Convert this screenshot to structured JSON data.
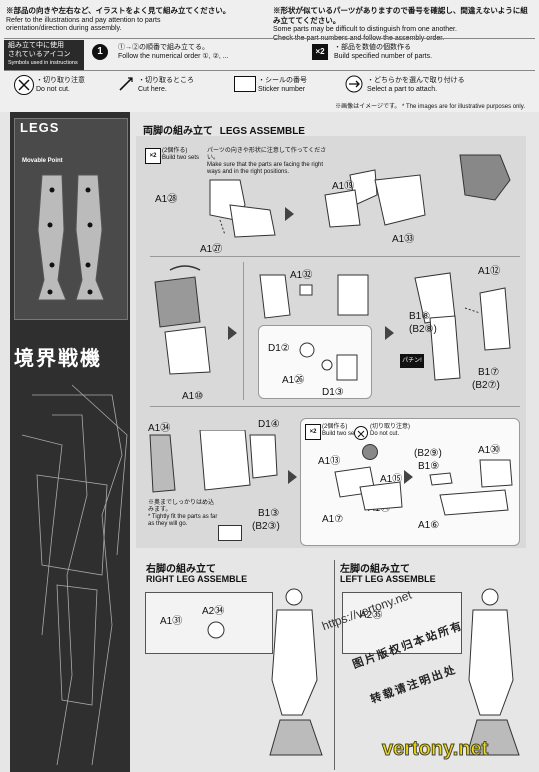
{
  "header": {
    "left_note_jp": "※部品の向きや左右など、イラストをよく見て組み立てください。",
    "left_note_en1": "Refer to the illustrations and pay attention to parts",
    "left_note_en2": "orientation/direction during assembly.",
    "right_note_jp": "※形状が似ているパーツがありますので番号を確認し、間違えないように組み立ててください。",
    "right_note_en1": "Some parts may be difficult to distinguish from one another.",
    "right_note_en2": "Check the part numbers and follow the assembly order.",
    "legend_jp1": "組み立て中に使用",
    "legend_jp2": "されているアイコン",
    "legend_en": "Symbols used in instructions",
    "order_jp": "①→②の順番で組み立てる。",
    "order_en": "Follow the numerical order ①, ②, ...",
    "build_jp": "・部品を数値の個数作る",
    "build_en": "Build specified number of parts.",
    "build_badge": "×2",
    "nocut_jp": "・切り取り注意",
    "nocut_en": "Do not cut.",
    "cut_jp": "・切り取るところ",
    "cut_en": "Cut here.",
    "sticker_jp": "・シールの番号",
    "sticker_en": "Sticker number",
    "select_jp": "・どちらかを選んで取り付ける",
    "select_en": "Select a part to attach.",
    "illus_note": "※画像はイメージです。 * The images are for illustrative purposes only."
  },
  "side": {
    "legs_title": "LEGS",
    "movable": "Movable Point",
    "kanji": "境界戦機"
  },
  "main": {
    "title_jp": "両脚の組み立て",
    "title_en": "LEGS ASSEMBLE",
    "two_sets_jp": "(2個作る)",
    "two_sets_en": "Build two sets",
    "caution_jp": "パーツの向きや形状に注意して作ってください。",
    "caution_en": "Make sure that the parts are facing the right ways and in the right positions.",
    "tight_jp": "※奥までしっかりはめ込みます。",
    "tight_en": "* Tightly fit the parts as far as they will go.",
    "nocut_note_jp": "(切り取り注意)",
    "nocut_note_en": "Do not cut.",
    "click_badge": "パチン!"
  },
  "parts": {
    "a1_28": "A1㉘",
    "a1_27": "A1㉗",
    "a1_9": "A1⑲",
    "a1_33": "A1㉝",
    "a1_32": "A1㉜",
    "a1_12": "A1⑫",
    "b1_8": "B1⑧",
    "b2_8": "(B2⑧)",
    "b1_7": "B1⑦",
    "b2_7": "(B2⑦)",
    "d1_2": "D1②",
    "a1_26": "A1㉖",
    "d1_3": "D1③",
    "a1_10": "A1⑩",
    "a1_34": "A1㉞",
    "d1_4": "D1④",
    "b1_3": "B1③",
    "b2_3": "(B2③)",
    "a1_13": "A1⑬",
    "a1_15": "A1⑮",
    "a1_7": "A1⑦",
    "a1_14": "A1⑭",
    "b2_9": "(B2⑨)",
    "b1_9": "B1⑨",
    "a1_30": "A1㉚",
    "a1_6": "A1⑥"
  },
  "bottom": {
    "right_jp": "右脚の組み立て",
    "right_en": "RIGHT LEG ASSEMBLE",
    "left_jp": "左脚の組み立て",
    "left_en": "LEFT LEG ASSEMBLE",
    "r_a1": "A1㉛",
    "r_a2": "A2㉞",
    "l_a2": "A2㉟"
  },
  "watermark": {
    "url": "https://vertony.net",
    "line1": "图片版权归本站所有",
    "line2": "转载请注明出处",
    "site": "vertony.net"
  }
}
